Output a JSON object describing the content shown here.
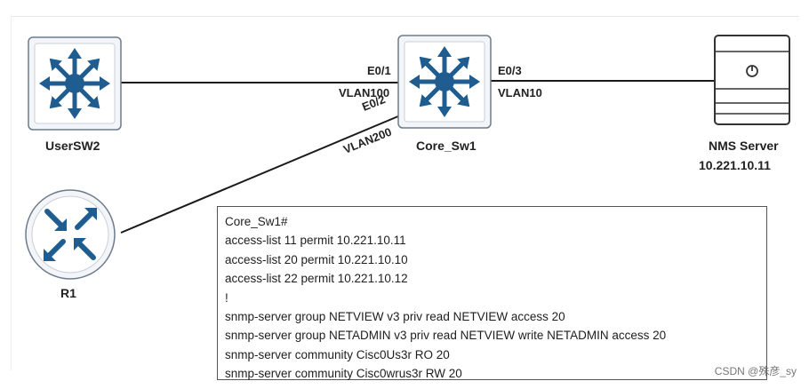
{
  "devices": {
    "usersw2": {
      "label": "UserSW2",
      "icon": "switch-icon"
    },
    "core_sw1": {
      "label": "Core_Sw1",
      "icon": "switch-icon"
    },
    "nms": {
      "label": "NMS Server",
      "ip": "10.221.10.11",
      "icon": "server-icon"
    },
    "r1": {
      "label": "R1",
      "icon": "router-icon"
    }
  },
  "links": {
    "core_usersw2": {
      "port": "E0/1",
      "vlan": "VLAN100"
    },
    "core_r1": {
      "port": "E0/2",
      "vlan": "VLAN200"
    },
    "core_nms": {
      "port": "E0/3",
      "vlan": "VLAN10"
    }
  },
  "config": {
    "lines": [
      "Core_Sw1#",
      "access-list 11 permit 10.221.10.11",
      "access-list 20 permit 10.221.10.10",
      "access-list 22 permit 10.221.10.12",
      "!",
      "snmp-server group NETVIEW v3 priv read NETVIEW access 20",
      "snmp-server group NETADMIN v3 priv read NETVIEW write NETADMIN access 20",
      "snmp-server community Cisc0Us3r RO 20",
      "snmp-server community Cisc0wrus3r RW 20"
    ]
  },
  "watermark": "CSDN @殊彦_sy",
  "colors": {
    "device_fill": "#1f5c8f",
    "device_bg": "#eef1f5",
    "line": "#1a1a1a"
  }
}
